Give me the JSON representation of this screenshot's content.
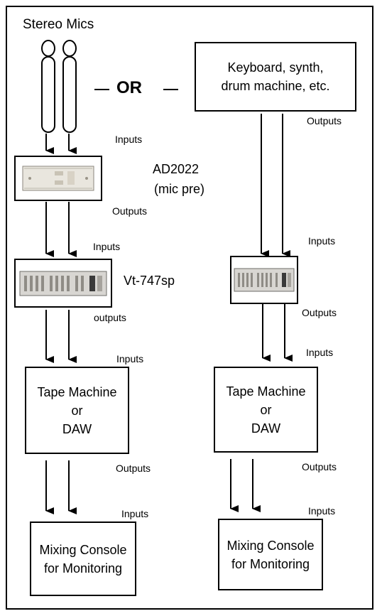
{
  "title": "Stereo Mics",
  "or_label": "OR",
  "source_box": [
    "Keyboard, synth,",
    "drum machine, etc."
  ],
  "labels": {
    "inputs": "Inputs",
    "outputs": "Outputs",
    "outputs_lower": "outputs"
  },
  "devices": {
    "preamp": [
      "AD2022",
      "(mic pre)"
    ],
    "processor": "Vt-747sp"
  },
  "tape_box": [
    "Tape Machine",
    "or",
    "DAW"
  ],
  "mix_box": [
    "Mixing Console",
    "for Monitoring"
  ]
}
